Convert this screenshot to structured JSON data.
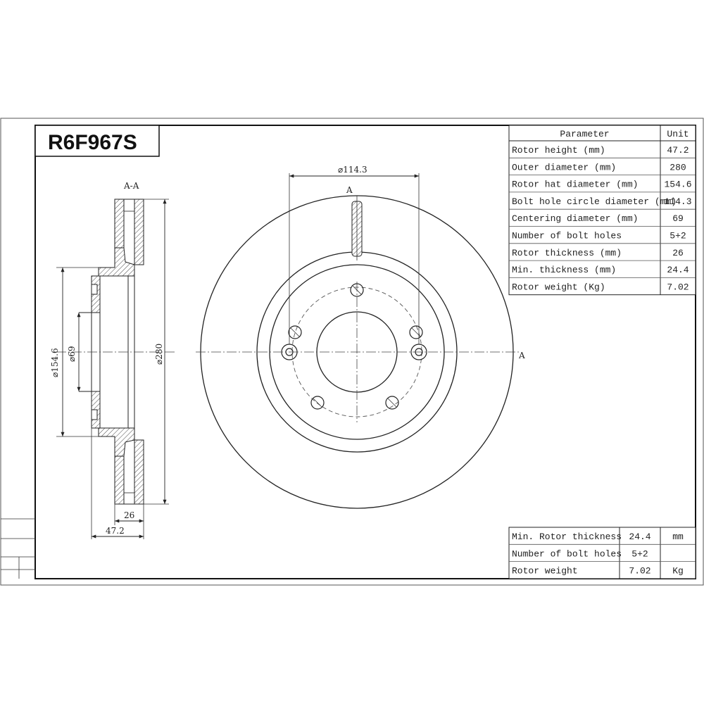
{
  "drawing": {
    "part_number": "R6F967S",
    "section_label": "A-A",
    "section_marker": "A",
    "dims": {
      "bolt_circle": "⌀114.3",
      "hat_diameter": "⌀154.6",
      "center_diameter": "⌀69",
      "outer_diameter": "⌀280",
      "thickness": "26",
      "height": "47.2"
    }
  },
  "spec_table": {
    "headers": [
      "Parameter",
      "Unit"
    ],
    "rows": [
      [
        "Rotor height (mm)",
        "47.2"
      ],
      [
        "Outer diameter (mm)",
        "280"
      ],
      [
        "Rotor hat diameter (mm)",
        "154.6"
      ],
      [
        "Bolt hole circle diameter (mm)",
        "114.3"
      ],
      [
        "Centering diameter (mm)",
        "69"
      ],
      [
        "Number of bolt holes",
        "5+2"
      ],
      [
        "Rotor thickness (mm)",
        "26"
      ],
      [
        "Min. thickness (mm)",
        "24.4"
      ],
      [
        "Rotor weight (Kg)",
        "7.02"
      ]
    ]
  },
  "summary_table": {
    "rows": [
      [
        "Min. Rotor thickness",
        "24.4",
        "mm"
      ],
      [
        "Number of bolt holes",
        "5+2",
        ""
      ],
      [
        "Rotor weight",
        "7.02",
        "Kg"
      ]
    ]
  }
}
